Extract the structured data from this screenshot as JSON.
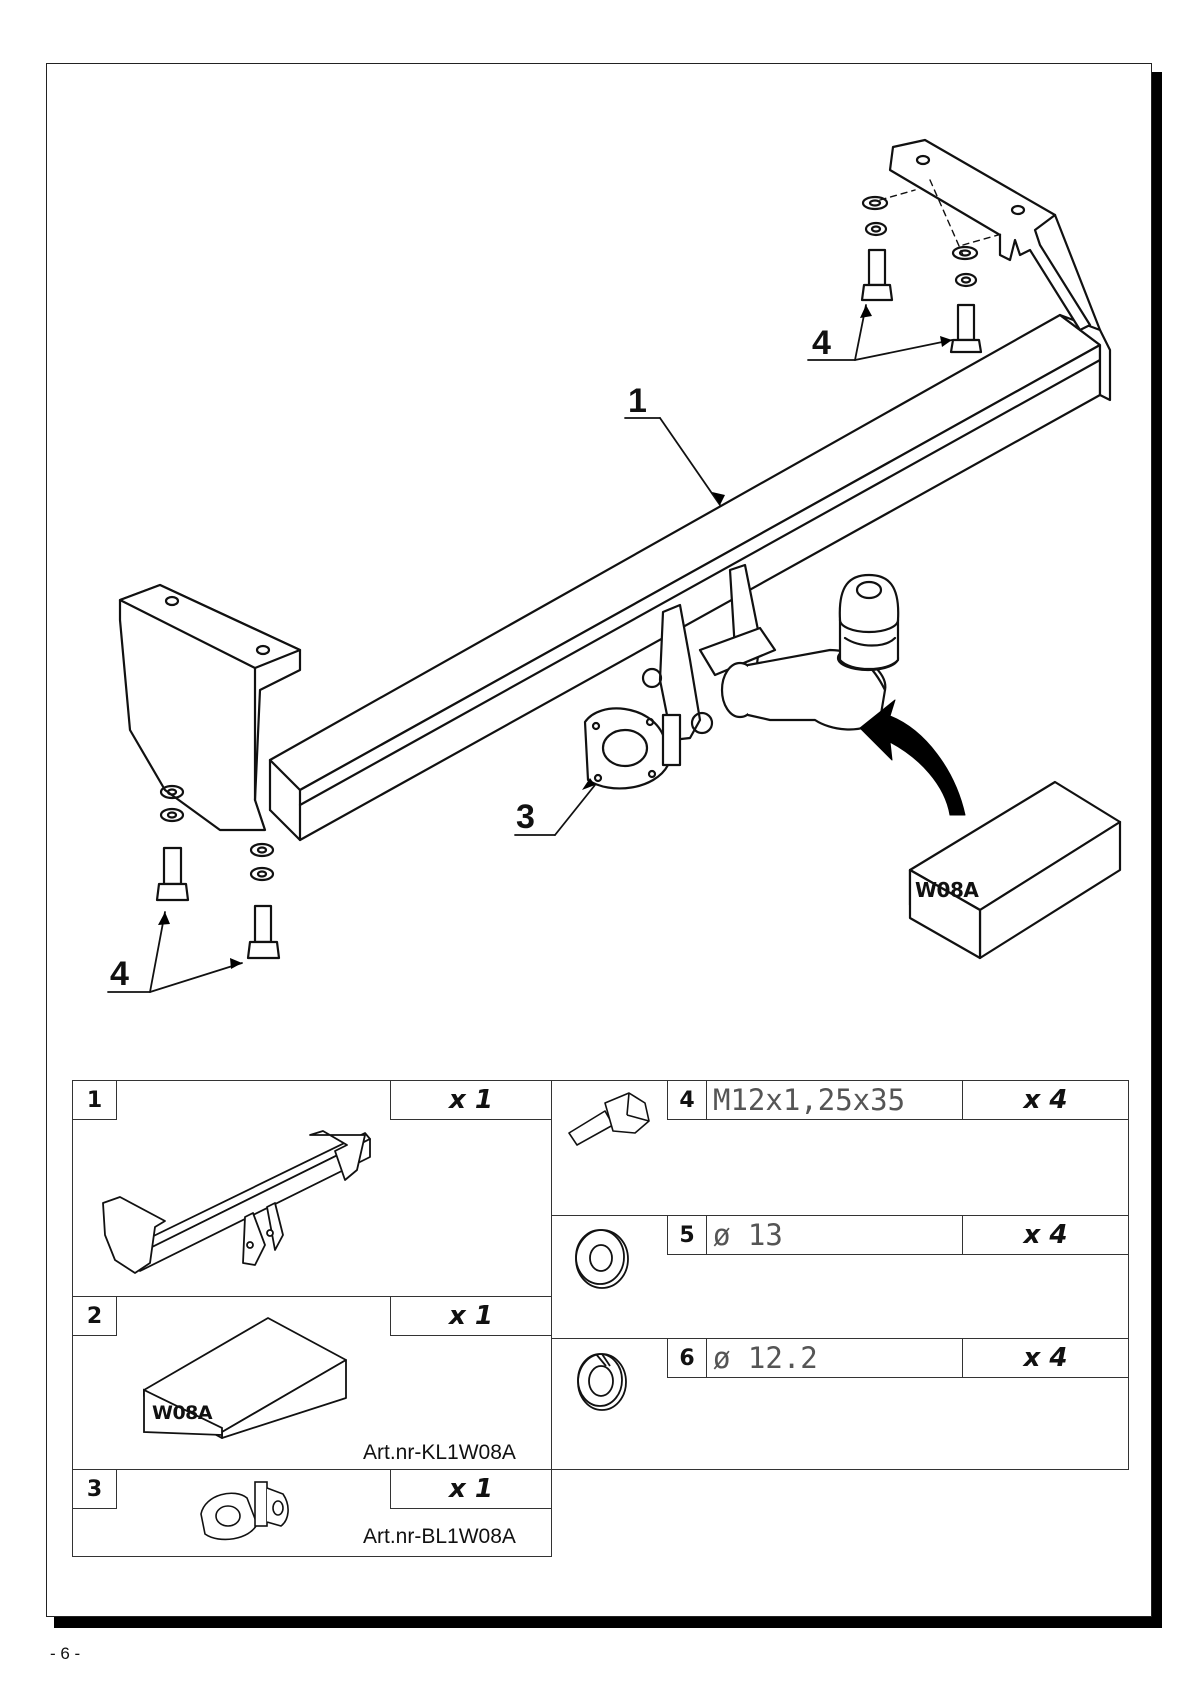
{
  "page_number": "- 6 -",
  "callouts": {
    "towbar": "1",
    "socket_plate": "3",
    "bolts_top": "4",
    "bolts_bottom": "4"
  },
  "box_label": "W08A",
  "parts": [
    {
      "num": "1",
      "qty": "x 1",
      "spec": "",
      "art_nr": ""
    },
    {
      "num": "2",
      "qty": "x 1",
      "spec": "",
      "art_nr": "Art.nr-KL1W08A",
      "box_label": "W08A"
    },
    {
      "num": "3",
      "qty": "x 1",
      "spec": "",
      "art_nr": "Art.nr-BL1W08A"
    },
    {
      "num": "4",
      "qty": "x 4",
      "spec": "M12x1,25x35",
      "art_nr": ""
    },
    {
      "num": "5",
      "qty": "x 4",
      "spec": "ø 13",
      "art_nr": ""
    },
    {
      "num": "6",
      "qty": "x 4",
      "spec": "ø 12.2",
      "art_nr": ""
    }
  ]
}
